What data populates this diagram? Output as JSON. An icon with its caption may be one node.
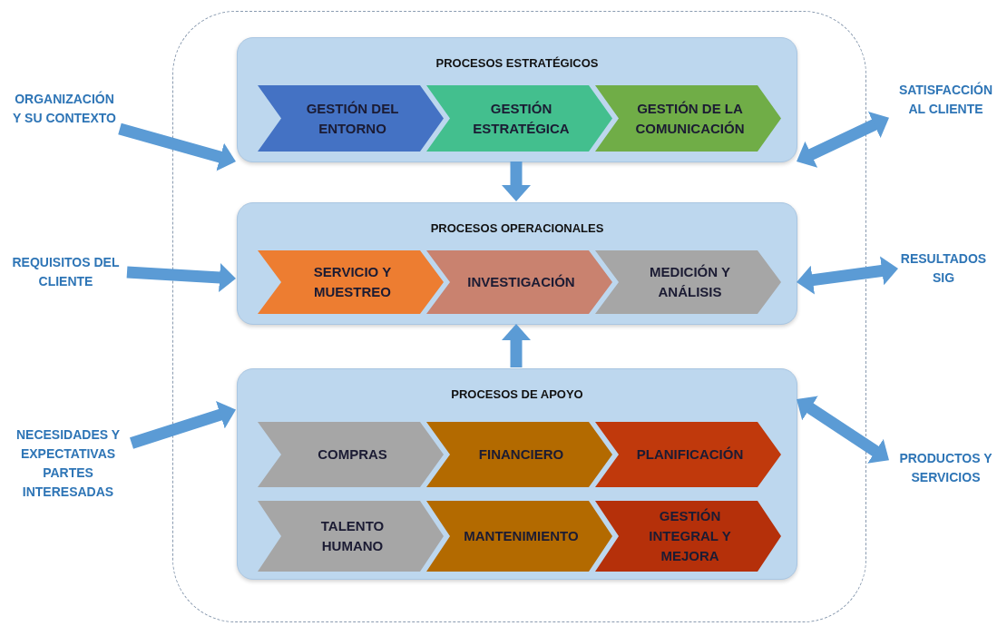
{
  "diagram": {
    "nodes": [
      {
        "text": [],
        "shape": "box"
      },
      {
        "text": [
          "PROCESOS ESTRATÉGICOS"
        ],
        "in": 0
      },
      {
        "text": [
          "GESTIÓN DEL ENTORNO"
        ],
        "in": 1
      },
      {
        "text": [
          "GESTIÓN ESTRATÉGICA"
        ],
        "in": 1
      },
      {
        "text": [
          "GESTIÓN DE LA COMUNICACIÓN"
        ],
        "in": 1
      },
      {
        "text": [
          "PROCESOS OPERACIONALES"
        ],
        "in": 0
      },
      {
        "text": [
          "SERVICIO Y MUESTREO"
        ],
        "in": 5
      },
      {
        "text": [
          "INVESTIGACIÓN"
        ],
        "in": 5
      },
      {
        "text": [
          "MEDICIÓN Y ANÁLISIS"
        ],
        "in": 5
      },
      {
        "text": [
          "PROCESOS DE APOYO"
        ],
        "in": 0
      },
      {
        "text": [
          "COMPRAS"
        ],
        "in": 9
      },
      {
        "text": [
          "FINANCIERO"
        ],
        "in": 9
      },
      {
        "text": [
          "PLANIFICACIÓN"
        ],
        "in": 9
      },
      {
        "text": [
          "TALENTO HUMANO"
        ],
        "in": 9
      },
      {
        "text": [
          "MANTENIMIENTO"
        ],
        "in": 9
      },
      {
        "text": [
          "GESTIÓN INTEGRAL Y MEJORA"
        ],
        "in": 9
      },
      {
        "text": [
          "ORGANIZACIÓN Y SU CONTEXTO"
        ]
      },
      {
        "text": [
          "REQUISITOS DEL CLIENTE"
        ]
      },
      {
        "text": [
          "NECESIDADES Y EXPECTATIVAS PARTES INTERESADAS"
        ]
      },
      {
        "text": [
          "SATISFACCIÓN AL CLIENTE"
        ]
      },
      {
        "text": [
          "RESULTADOS SIG"
        ]
      },
      {
        "text": [
          "PRODUCTOS Y SERVICIOS"
        ]
      }
    ],
    "edges": [
      {
        "from": 16,
        "to": 1,
        "arrow": "to"
      },
      {
        "from": 17,
        "to": 5,
        "arrow": "to"
      },
      {
        "from": 18,
        "to": 9,
        "arrow": "to"
      },
      {
        "from": 1,
        "to": 19,
        "arrow": "both"
      },
      {
        "from": 5,
        "to": 20,
        "arrow": "both"
      },
      {
        "from": 9,
        "to": 21,
        "arrow": "both"
      },
      {
        "from": 1,
        "to": 5,
        "arrow": "to"
      },
      {
        "from": 9,
        "to": 5,
        "arrow": "to"
      }
    ]
  }
}
